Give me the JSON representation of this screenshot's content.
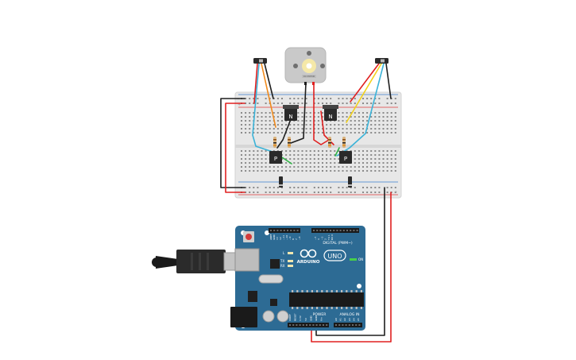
{
  "colors": {
    "board": "#2d6b94",
    "breadboard": "#e6e6e6",
    "rail_red": "#e03c3c",
    "rail_blue": "#3d7fcf",
    "wire_red": "#e02020",
    "wire_black": "#1e1e1e",
    "wire_orange": "#f08a1c",
    "wire_yellow": "#f2d21d",
    "wire_cyan": "#3bb3d8",
    "wire_green": "#2fb345"
  },
  "breadboard": {
    "rail_plus": "+",
    "rail_minus": "-"
  },
  "arduino": {
    "logo": "ARDUINO",
    "model": "UNO",
    "header_digital": "DIGITAL (PWM~)",
    "header_power": "POWER",
    "header_analog": "ANALOG IN",
    "led_l": "L",
    "led_tx": "TX",
    "led_rx": "RX",
    "led_on": "ON",
    "digital_pins": [
      "AREF",
      "GND",
      "13",
      "12",
      "~11",
      "~10",
      "~9",
      "8",
      "7",
      "~6",
      "~5",
      "4",
      "~3",
      "2",
      "TX 1",
      "RX 0"
    ],
    "power_pins": [
      "IOREF",
      "RESET",
      "3.3V",
      "5V",
      "GND",
      "GND",
      "Vin"
    ],
    "analog_pins": [
      "A0",
      "A1",
      "A2",
      "A3",
      "A4",
      "A5"
    ]
  },
  "components": {
    "transistor_n_label": "N",
    "transistor_p_label": "P"
  },
  "motor": {
    "label": "DC MOTOR"
  }
}
